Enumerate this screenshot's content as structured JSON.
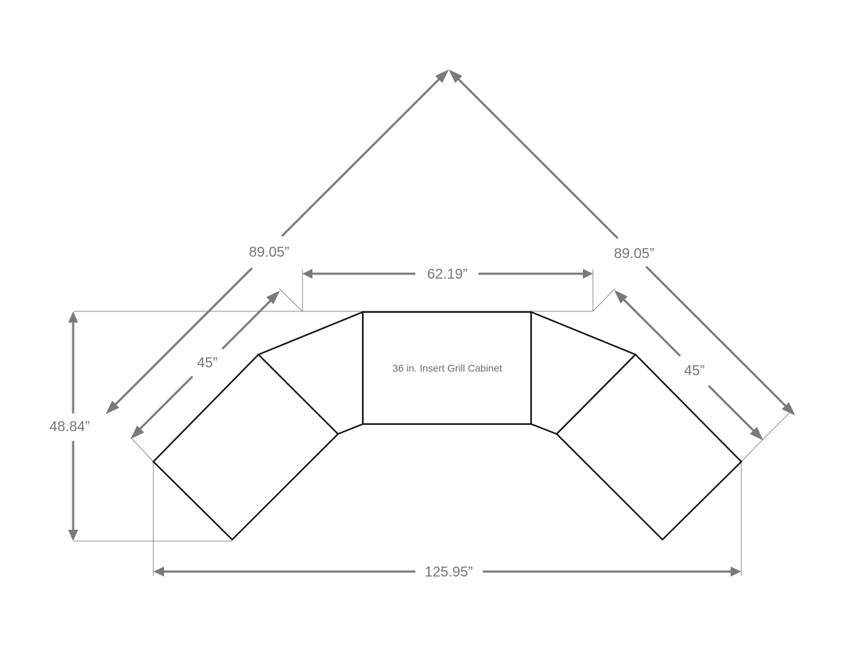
{
  "dimensions": {
    "left_diagonal": "89.05”",
    "right_diagonal": "89.05”",
    "top_width": "62.19”",
    "left_depth": "45”",
    "right_depth": "45”",
    "height": "48.84”",
    "bottom_width": "125.95”"
  },
  "cabinets": {
    "center_label": "36 in. Insert Grill Cabinet"
  },
  "colors": {
    "dimension": "#7a7a7a",
    "outline": "#111111",
    "text": "#757575"
  }
}
